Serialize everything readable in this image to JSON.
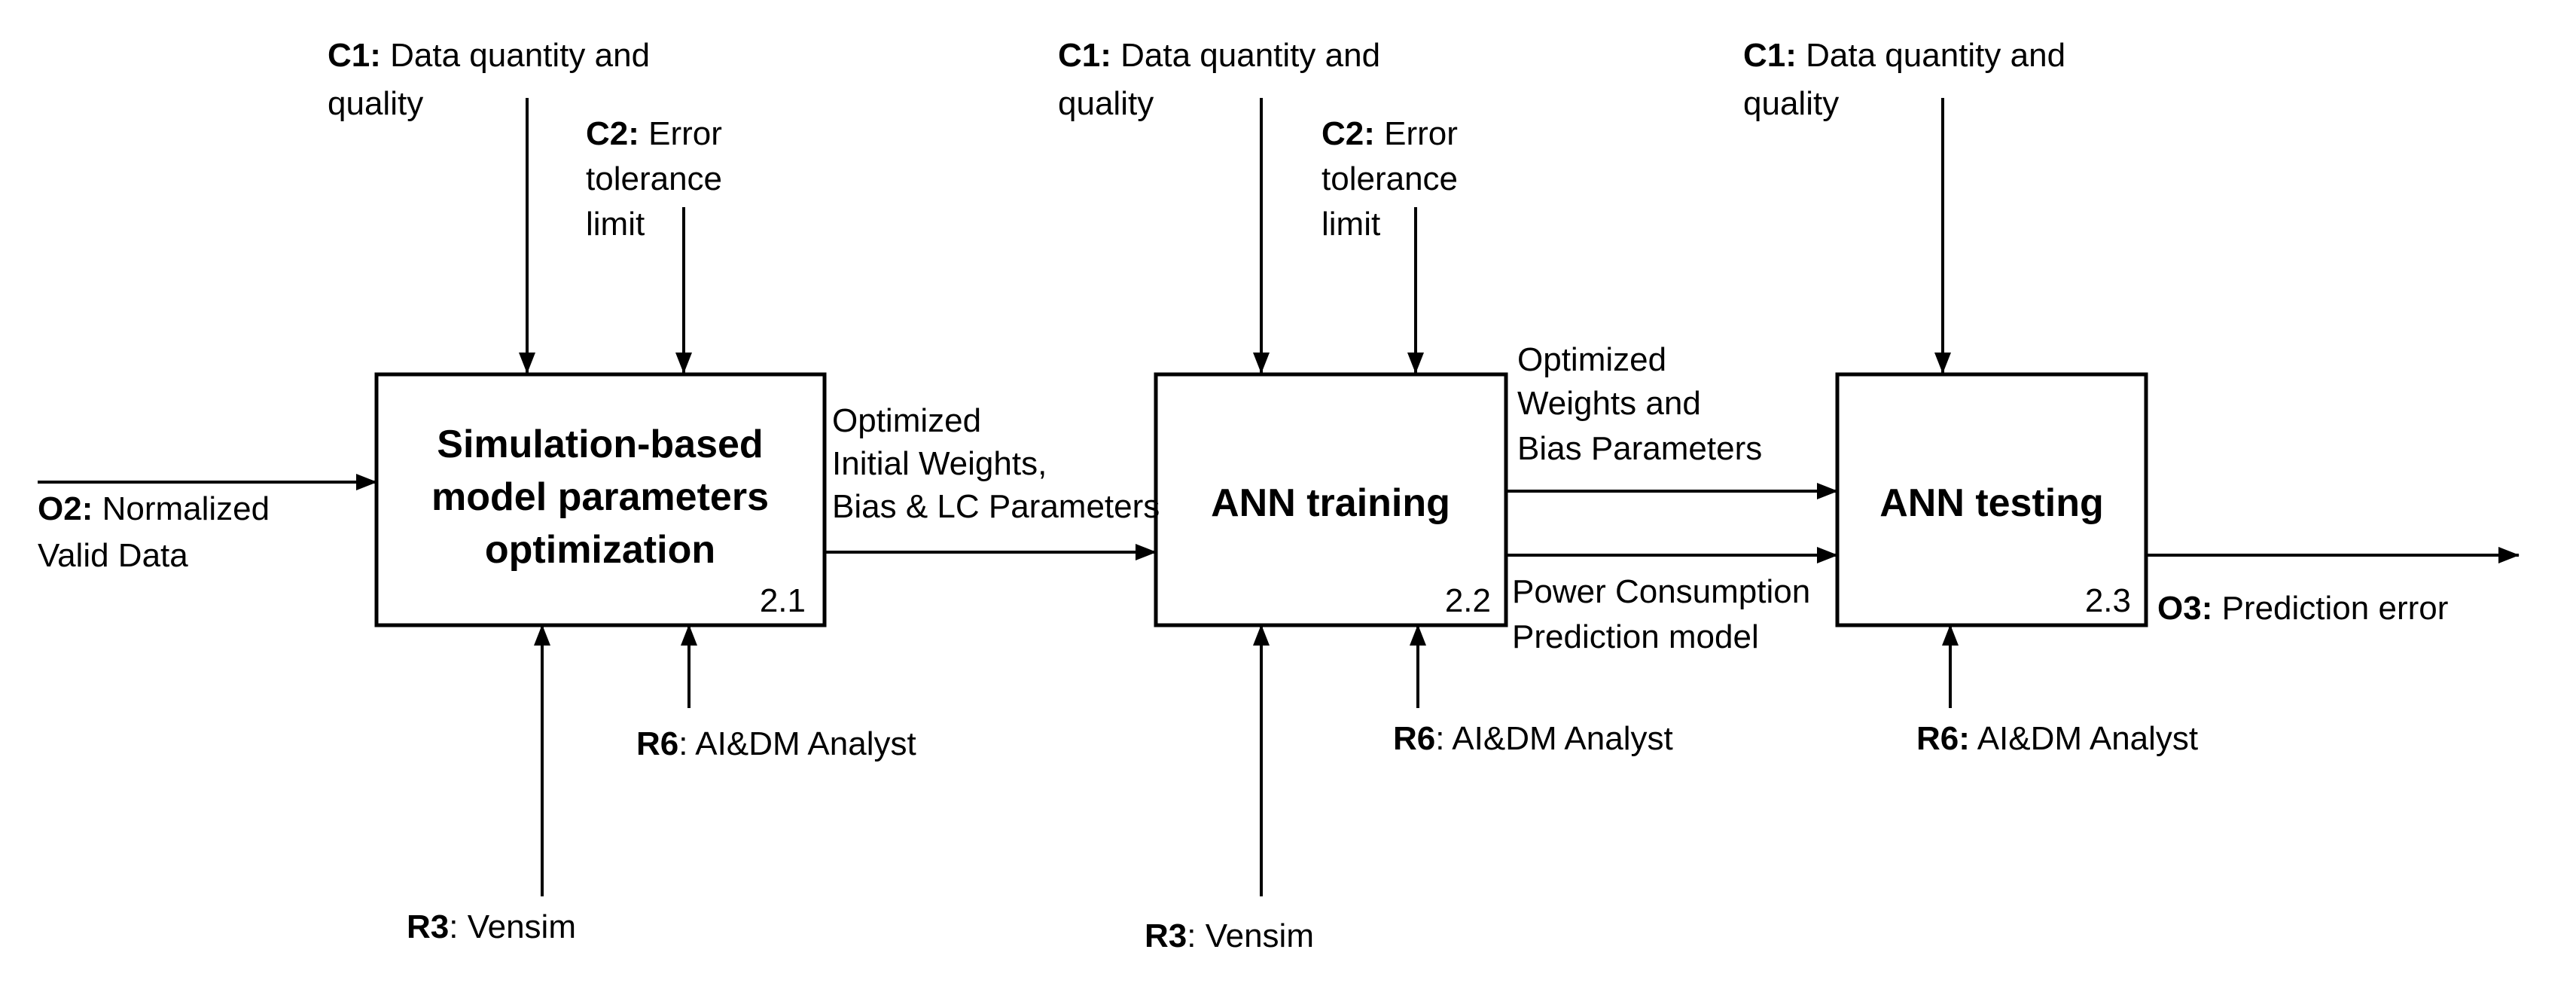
{
  "boxes": [
    {
      "id": "b1",
      "title_lines": [
        "Simulation-based",
        "model parameters",
        "optimization"
      ],
      "number": "2.1"
    },
    {
      "id": "b2",
      "title_lines": [
        "ANN training"
      ],
      "number": "2.2"
    },
    {
      "id": "b3",
      "title_lines": [
        "ANN testing"
      ],
      "number": "2.3"
    }
  ],
  "labels": {
    "c1_a": {
      "code": "C1:",
      "lines": [
        " Data quantity and",
        "quality"
      ]
    },
    "c2_a": {
      "code": "C2:",
      "lines": [
        " Error",
        "tolerance",
        "limit"
      ]
    },
    "c1_b": {
      "code": "C1:",
      "lines": [
        " Data quantity and",
        "quality"
      ]
    },
    "c2_b": {
      "code": "C2:",
      "lines": [
        " Error",
        "tolerance",
        "limit"
      ]
    },
    "c1_c": {
      "code": "C1:",
      "lines": [
        " Data quantity and",
        "quality"
      ]
    },
    "input_o2": {
      "code": "O2:",
      "lines": [
        " Normalized",
        "Valid Data"
      ]
    },
    "out_b1": {
      "lines": [
        "Optimized",
        "Initial Weights,",
        "Bias & LC Parameters"
      ]
    },
    "out_b2_top": {
      "lines": [
        "Optimized",
        "Weights  and",
        "Bias Parameters"
      ]
    },
    "out_b2_bottom": {
      "lines": [
        "Power Consumption",
        "Prediction model"
      ]
    },
    "output_o3": {
      "code": "O3:",
      "lines": [
        " Prediction error"
      ]
    },
    "r6_a": {
      "code": "R6",
      "lines": [
        ": AI&DM  Analyst"
      ]
    },
    "r6_b": {
      "code": "R6",
      "lines": [
        ": AI&DM  Analyst"
      ]
    },
    "r6_c": {
      "code": "R6:",
      "lines": [
        " AI&DM  Analyst"
      ]
    },
    "r3_a": {
      "code": "R3",
      "lines": [
        ": Vensim"
      ]
    },
    "r3_b": {
      "code": "R3",
      "lines": [
        ": Vensim"
      ]
    }
  }
}
